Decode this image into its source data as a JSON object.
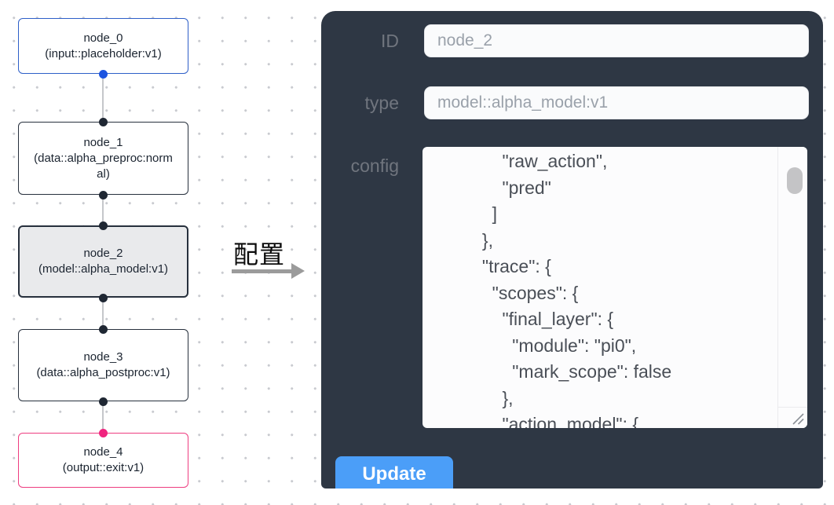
{
  "colors": {
    "panel_bg": "#2e3744",
    "accent_blue": "#4b9ef8",
    "input_node_border": "#2e5fc8",
    "output_node_border": "#ee3d80",
    "selected_node_bg": "#e9eaec",
    "port_blue": "#1d55e0",
    "port_dark": "#1f2733",
    "port_pink": "#f0247f"
  },
  "graph": {
    "nodes": [
      {
        "title": "node_0",
        "subtitle": "(input::placeholder:v1)"
      },
      {
        "title": "node_1",
        "subtitle": "(data::alpha_preproc:normal)"
      },
      {
        "title": "node_2",
        "subtitle": "(model::alpha_model:v1)"
      },
      {
        "title": "node_3",
        "subtitle": "(data::alpha_postproc:v1)"
      },
      {
        "title": "node_4",
        "subtitle": "(output::exit:v1)"
      }
    ]
  },
  "transition": {
    "label": "配置"
  },
  "panel": {
    "id_label": "ID",
    "id_value": "node_2",
    "type_label": "type",
    "type_value": "model::alpha_model:v1",
    "config_label": "config",
    "config_lines": [
      "              \"raw_action\",",
      "              \"pred\"",
      "            ]",
      "          },",
      "          \"trace\": {",
      "            \"scopes\": {",
      "              \"final_layer\": {",
      "                \"module\": \"pi0\",",
      "                \"mark_scope\": false",
      "              },",
      "              \"action_model\": {"
    ],
    "update_label": "Update"
  }
}
